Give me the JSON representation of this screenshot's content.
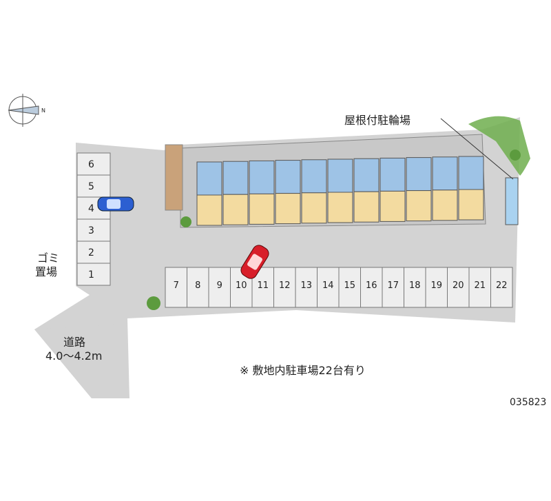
{
  "labels": {
    "bike_parking": "屋根付駐輪場",
    "garbage_line1": "ゴミ",
    "garbage_line2": "置場",
    "road_line1": "道路",
    "road_line2": "4.0～4.2m",
    "note": "※ 敷地内駐車場22台有り",
    "code": "035823"
  },
  "parking_left": [
    "6",
    "5",
    "4",
    "3",
    "2",
    "1"
  ],
  "parking_bottom": [
    "7",
    "8",
    "9",
    "10",
    "11",
    "12",
    "13",
    "14",
    "15",
    "16",
    "17",
    "18",
    "19",
    "20",
    "21",
    "22"
  ],
  "colors": {
    "ground": "#d3d3d3",
    "building_blue": "#9ec3e6",
    "building_tan": "#f3dba0",
    "greenery": "#6fae4e",
    "car_blue": "#2c5fd1",
    "car_red": "#d81f2a"
  },
  "icons": {
    "compass": "north-arrow-icon",
    "car": "car-icon",
    "tree": "tree-icon"
  }
}
